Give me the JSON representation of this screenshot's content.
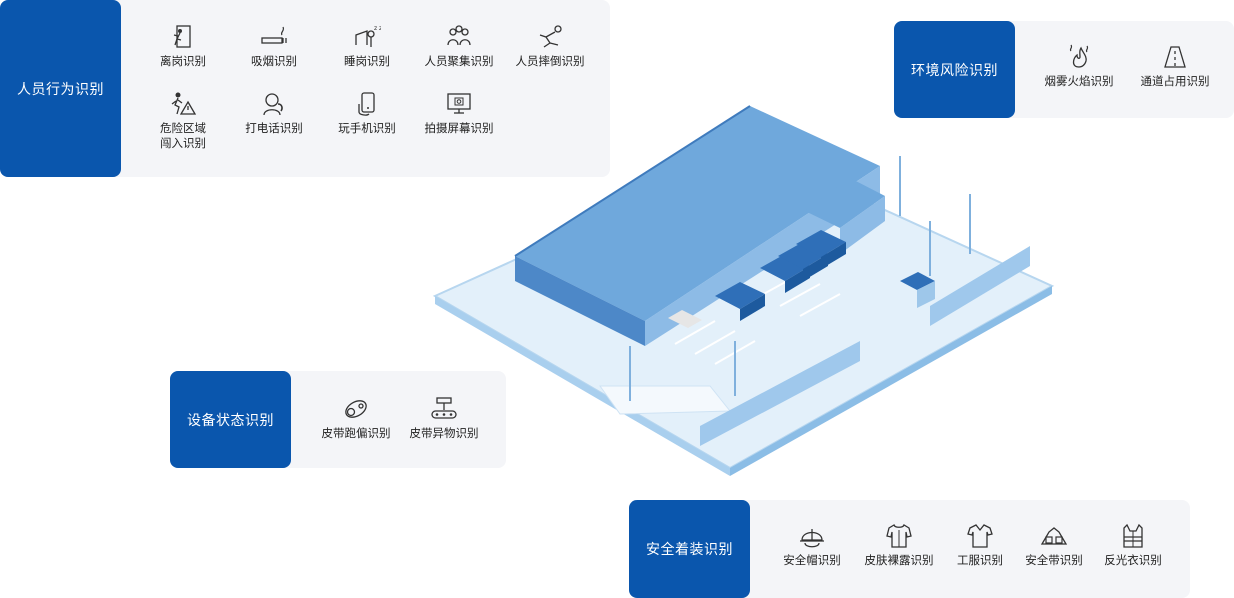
{
  "groups": {
    "personnel": {
      "title": "人员行为识别",
      "items": [
        "离岗识别",
        "吸烟识别",
        "睡岗识别",
        "人员聚集识别",
        "人员摔倒识别",
        "危险区域\n闯入识别",
        "打电话识别",
        "玩手机识别",
        "拍摄屏幕识别"
      ]
    },
    "environment": {
      "title": "环境风险识别",
      "items": [
        "烟雾火焰识别",
        "通道占用识别"
      ]
    },
    "equipment": {
      "title": "设备状态识别",
      "items": [
        "皮带跑偏识别",
        "皮带异物识别"
      ]
    },
    "attire": {
      "title": "安全着装识别",
      "items": [
        "安全帽识别",
        "皮肤裸露识别",
        "工服识别",
        "安全带识别",
        "反光衣识别"
      ]
    }
  },
  "icons": {
    "personnel": [
      "leave-post-icon",
      "smoking-icon",
      "sleeping-icon",
      "crowd-icon",
      "fall-icon",
      "danger-zone-icon",
      "phone-call-icon",
      "mobile-phone-icon",
      "screen-capture-icon"
    ],
    "environment": [
      "smoke-fire-icon",
      "passage-icon"
    ],
    "equipment": [
      "belt-deviation-icon",
      "belt-foreign-object-icon"
    ],
    "attire": [
      "helmet-icon",
      "skin-exposure-icon",
      "work-clothes-icon",
      "safety-belt-icon",
      "reflective-vest-icon"
    ]
  },
  "colors": {
    "accent": "#0a56ad",
    "panel": "#f4f5f8",
    "icon": "#333333",
    "building": "#5b9bd5"
  }
}
